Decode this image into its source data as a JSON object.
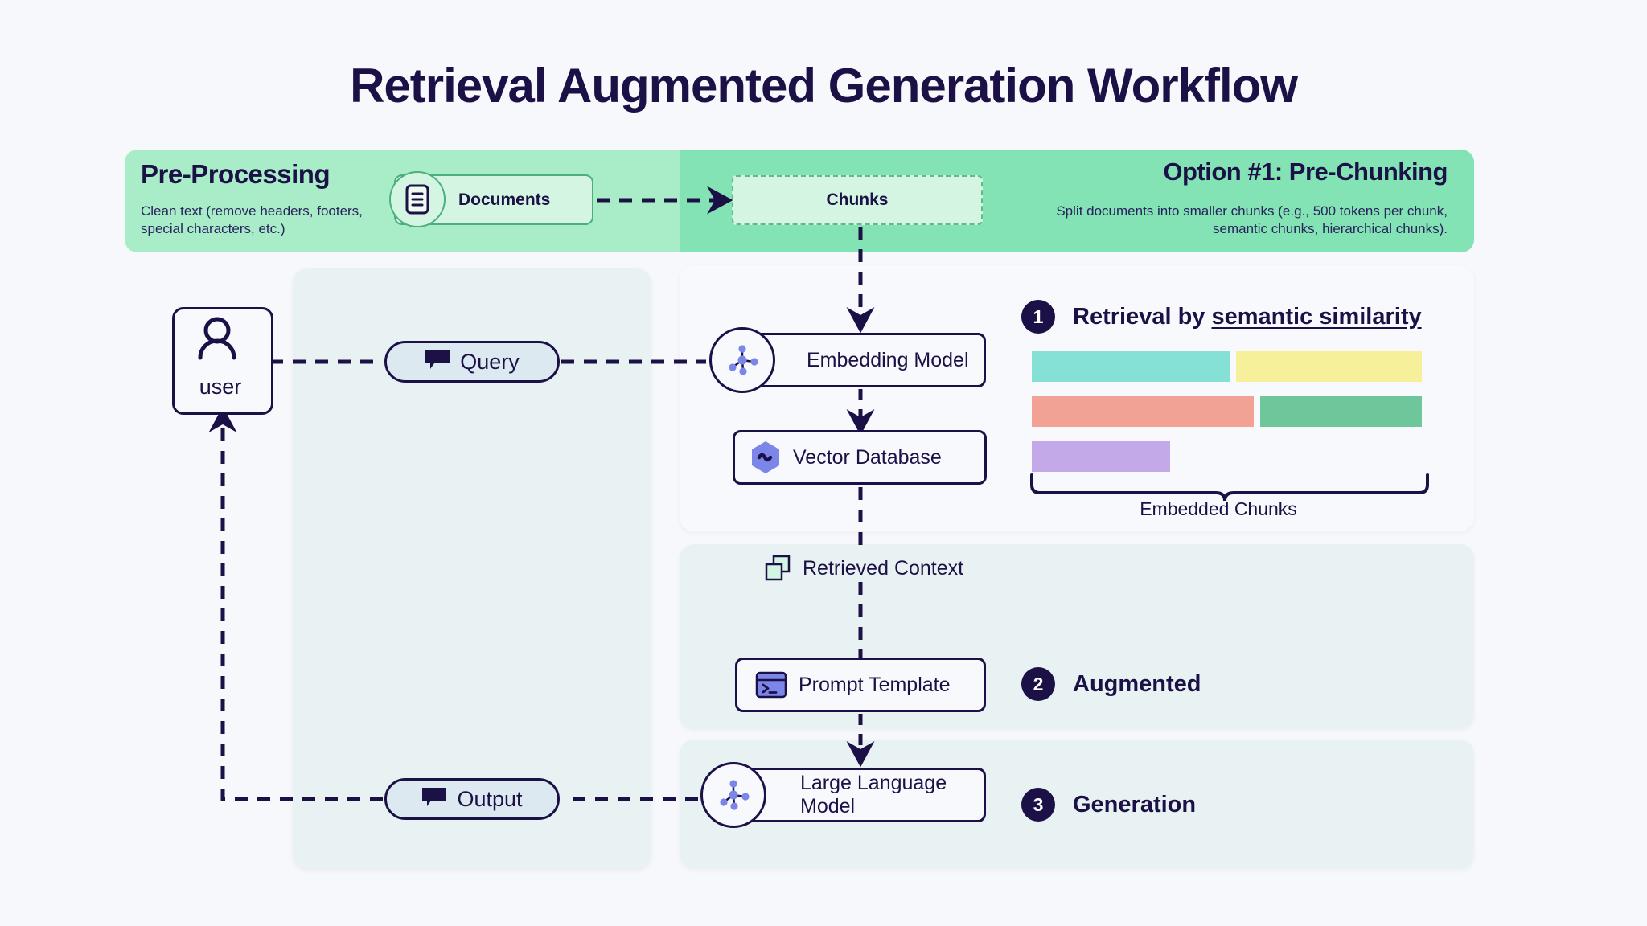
{
  "title": "Retrieval Augmented Generation Workflow",
  "banner": {
    "preprocessing_title": "Pre-Processing",
    "preprocessing_subtitle": "Clean text (remove headers, footers, special characters, etc.)",
    "option_title": "Option #1: Pre-Chunking",
    "option_subtitle": "Split documents into smaller chunks (e.g., 500 tokens per chunk, semantic chunks, hierarchical chunks).",
    "documents_label": "Documents",
    "documents_icon": "document-icon",
    "chunks_label": "Chunks"
  },
  "left_panel": {
    "user_label": "user",
    "user_icon": "person-icon",
    "query_label": "Query",
    "query_icon": "chat-bubble-icon",
    "output_label": "Output",
    "output_icon": "chat-bubble-icon"
  },
  "retrieval_panel": {
    "embedding_model_label": "Embedding Model",
    "embedding_model_icon": "neural-network-icon",
    "vector_database_label": "Vector Database",
    "vector_database_icon": "hexagon-database-icon",
    "step_number": "1",
    "step_text_prefix": "Retrieval by ",
    "step_text_emphasis": "semantic similarity",
    "embedded_chunks_label": "Embedded Chunks"
  },
  "augmented_panel": {
    "retrieved_context_label": "Retrieved Context",
    "retrieved_context_icon": "stacked-squares-icon",
    "prompt_template_label": "Prompt Template",
    "prompt_template_icon": "terminal-icon",
    "step_number": "2",
    "step_label": "Augmented"
  },
  "generation_panel": {
    "llm_label": "Large Language Model",
    "llm_icon": "neural-network-icon",
    "step_number": "3",
    "step_label": "Generation"
  },
  "colors": {
    "ink": "#1b1146",
    "page_bg": "#f7f8fc",
    "banner_light_green": "#a8edc7",
    "banner_dark_green": "#83e3b4",
    "panel_blue": "#e9f2f3",
    "panel_white": "#f7f9fd",
    "pill_blue": "#dce9f0",
    "accent_periwinkle": "#7b86e8",
    "doc_green_border": "#4caf7d"
  },
  "chart_data": {
    "type": "bar",
    "title": "Embedded Chunks",
    "orientation": "horizontal-stacked",
    "rows": [
      {
        "row": 1,
        "segments": [
          {
            "name": "chunk-1",
            "color": "#85e0d5",
            "width_pct": 50.0
          },
          {
            "name": "chunk-2",
            "color": "#f6f09a",
            "width_pct": 47.0
          }
        ]
      },
      {
        "row": 2,
        "segments": [
          {
            "name": "chunk-3",
            "color": "#f2a195",
            "width_pct": 56.0
          },
          {
            "name": "chunk-4",
            "color": "#6ec79b",
            "width_pct": 41.0
          }
        ]
      },
      {
        "row": 3,
        "segments": [
          {
            "name": "chunk-5",
            "color": "#c4a9e8",
            "width_pct": 35.0
          }
        ]
      }
    ],
    "xlabel": "",
    "ylabel": "",
    "grid": false,
    "legend": "none"
  }
}
